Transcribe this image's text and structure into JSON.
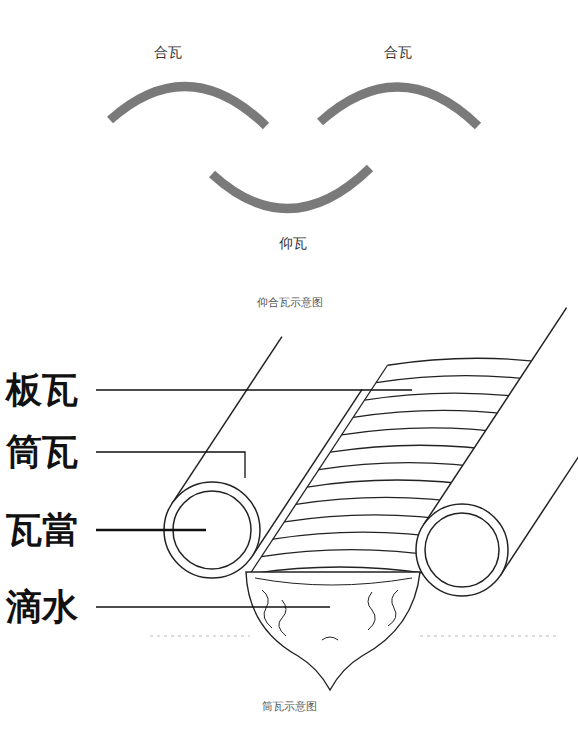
{
  "diagram": {
    "labels": [
      "合瓦",
      "合瓦",
      "仰瓦",
      "仰合瓦示意图",
      "板瓦",
      "筒瓦",
      "瓦當",
      "滴水",
      "筒瓦示意图"
    ]
  }
}
